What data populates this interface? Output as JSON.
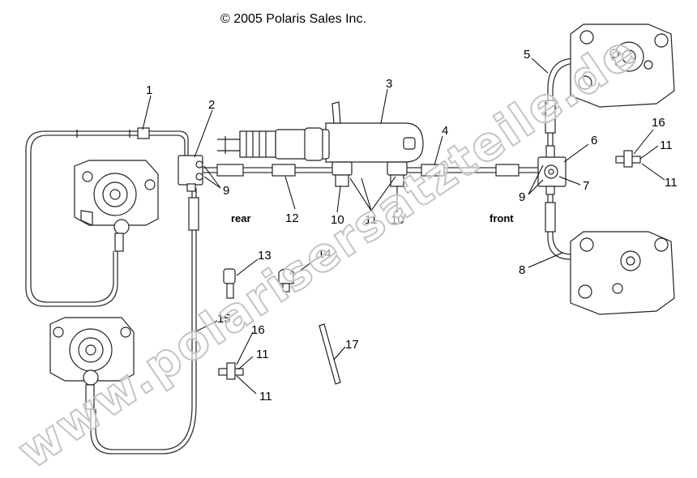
{
  "header": {
    "copyright": "© 2005 Polaris Sales Inc."
  },
  "labels": {
    "rear": "rear",
    "front": "front"
  },
  "callouts": {
    "c1": "1",
    "c2": "2",
    "c3": "3",
    "c4": "4",
    "c5": "5",
    "c6": "6",
    "c7": "7",
    "c8": "8",
    "c9a": "9",
    "c9b": "9",
    "c10a": "10",
    "c10b": "10",
    "c11a": "11",
    "c11b": "11",
    "c11c": "11",
    "c11d": "11",
    "c11e": "11",
    "c12": "12",
    "c13": "13",
    "c14": "14",
    "c15": "15",
    "c16a": "16",
    "c16b": "16",
    "c17": "17"
  },
  "watermark": "www.polarisersatzteile.de"
}
